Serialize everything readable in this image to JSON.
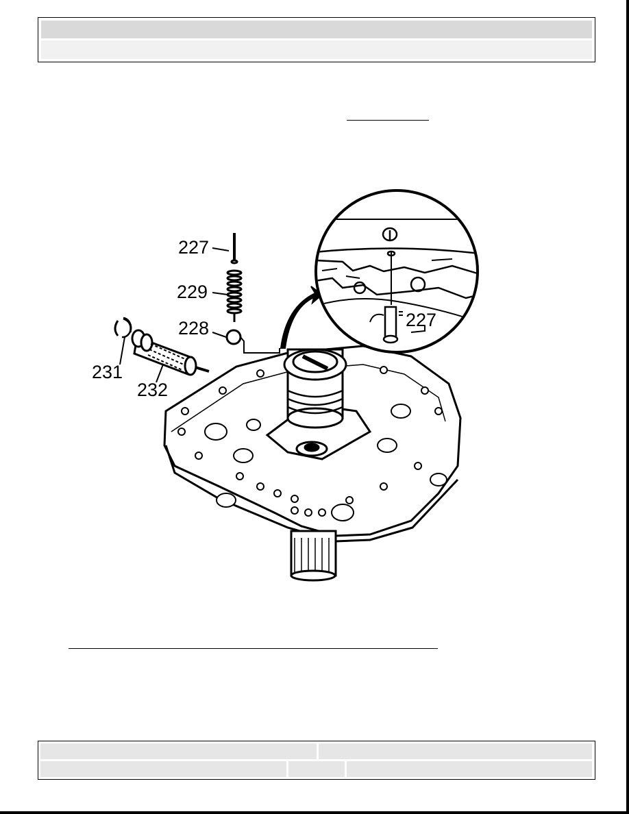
{
  "header": {
    "title": "",
    "subtitle": ""
  },
  "figure": {
    "callouts": {
      "pin_top": "227",
      "spring": "229",
      "ball": "228",
      "snap_ring": "231",
      "sleeve": "232",
      "pin_detail": "227"
    }
  },
  "footer": {
    "cell_a": "",
    "cell_b": "",
    "cell_c": "",
    "cell_d": "",
    "cell_e": ""
  }
}
